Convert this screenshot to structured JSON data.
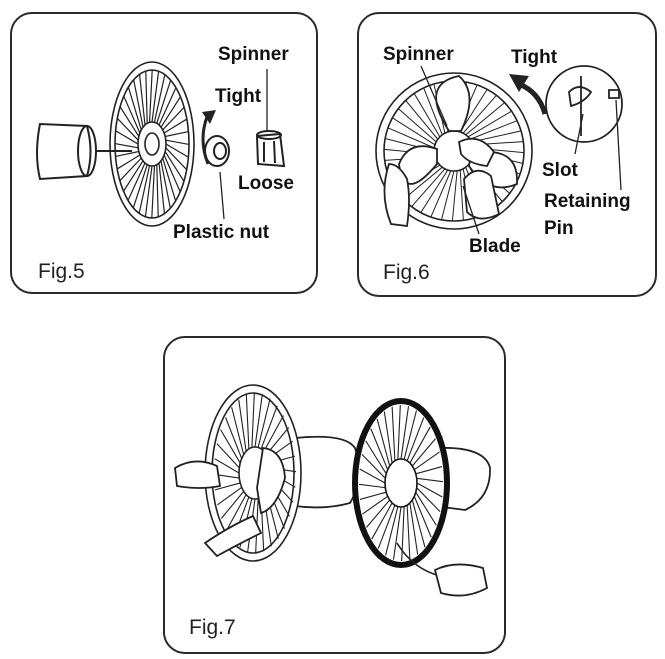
{
  "figures": [
    {
      "caption": "Fig.5",
      "labels": {
        "spinner": "Spinner",
        "tight": "Tight",
        "loose": "Loose",
        "plastic_nut": "Plastic nut"
      }
    },
    {
      "caption": "Fig.6",
      "labels": {
        "spinner": "Spinner",
        "tight": "Tight",
        "slot": "Slot",
        "retaining_pin_line1": "Retaining",
        "retaining_pin_line2": "Pin",
        "blade": "Blade"
      }
    },
    {
      "caption": "Fig.7"
    }
  ]
}
